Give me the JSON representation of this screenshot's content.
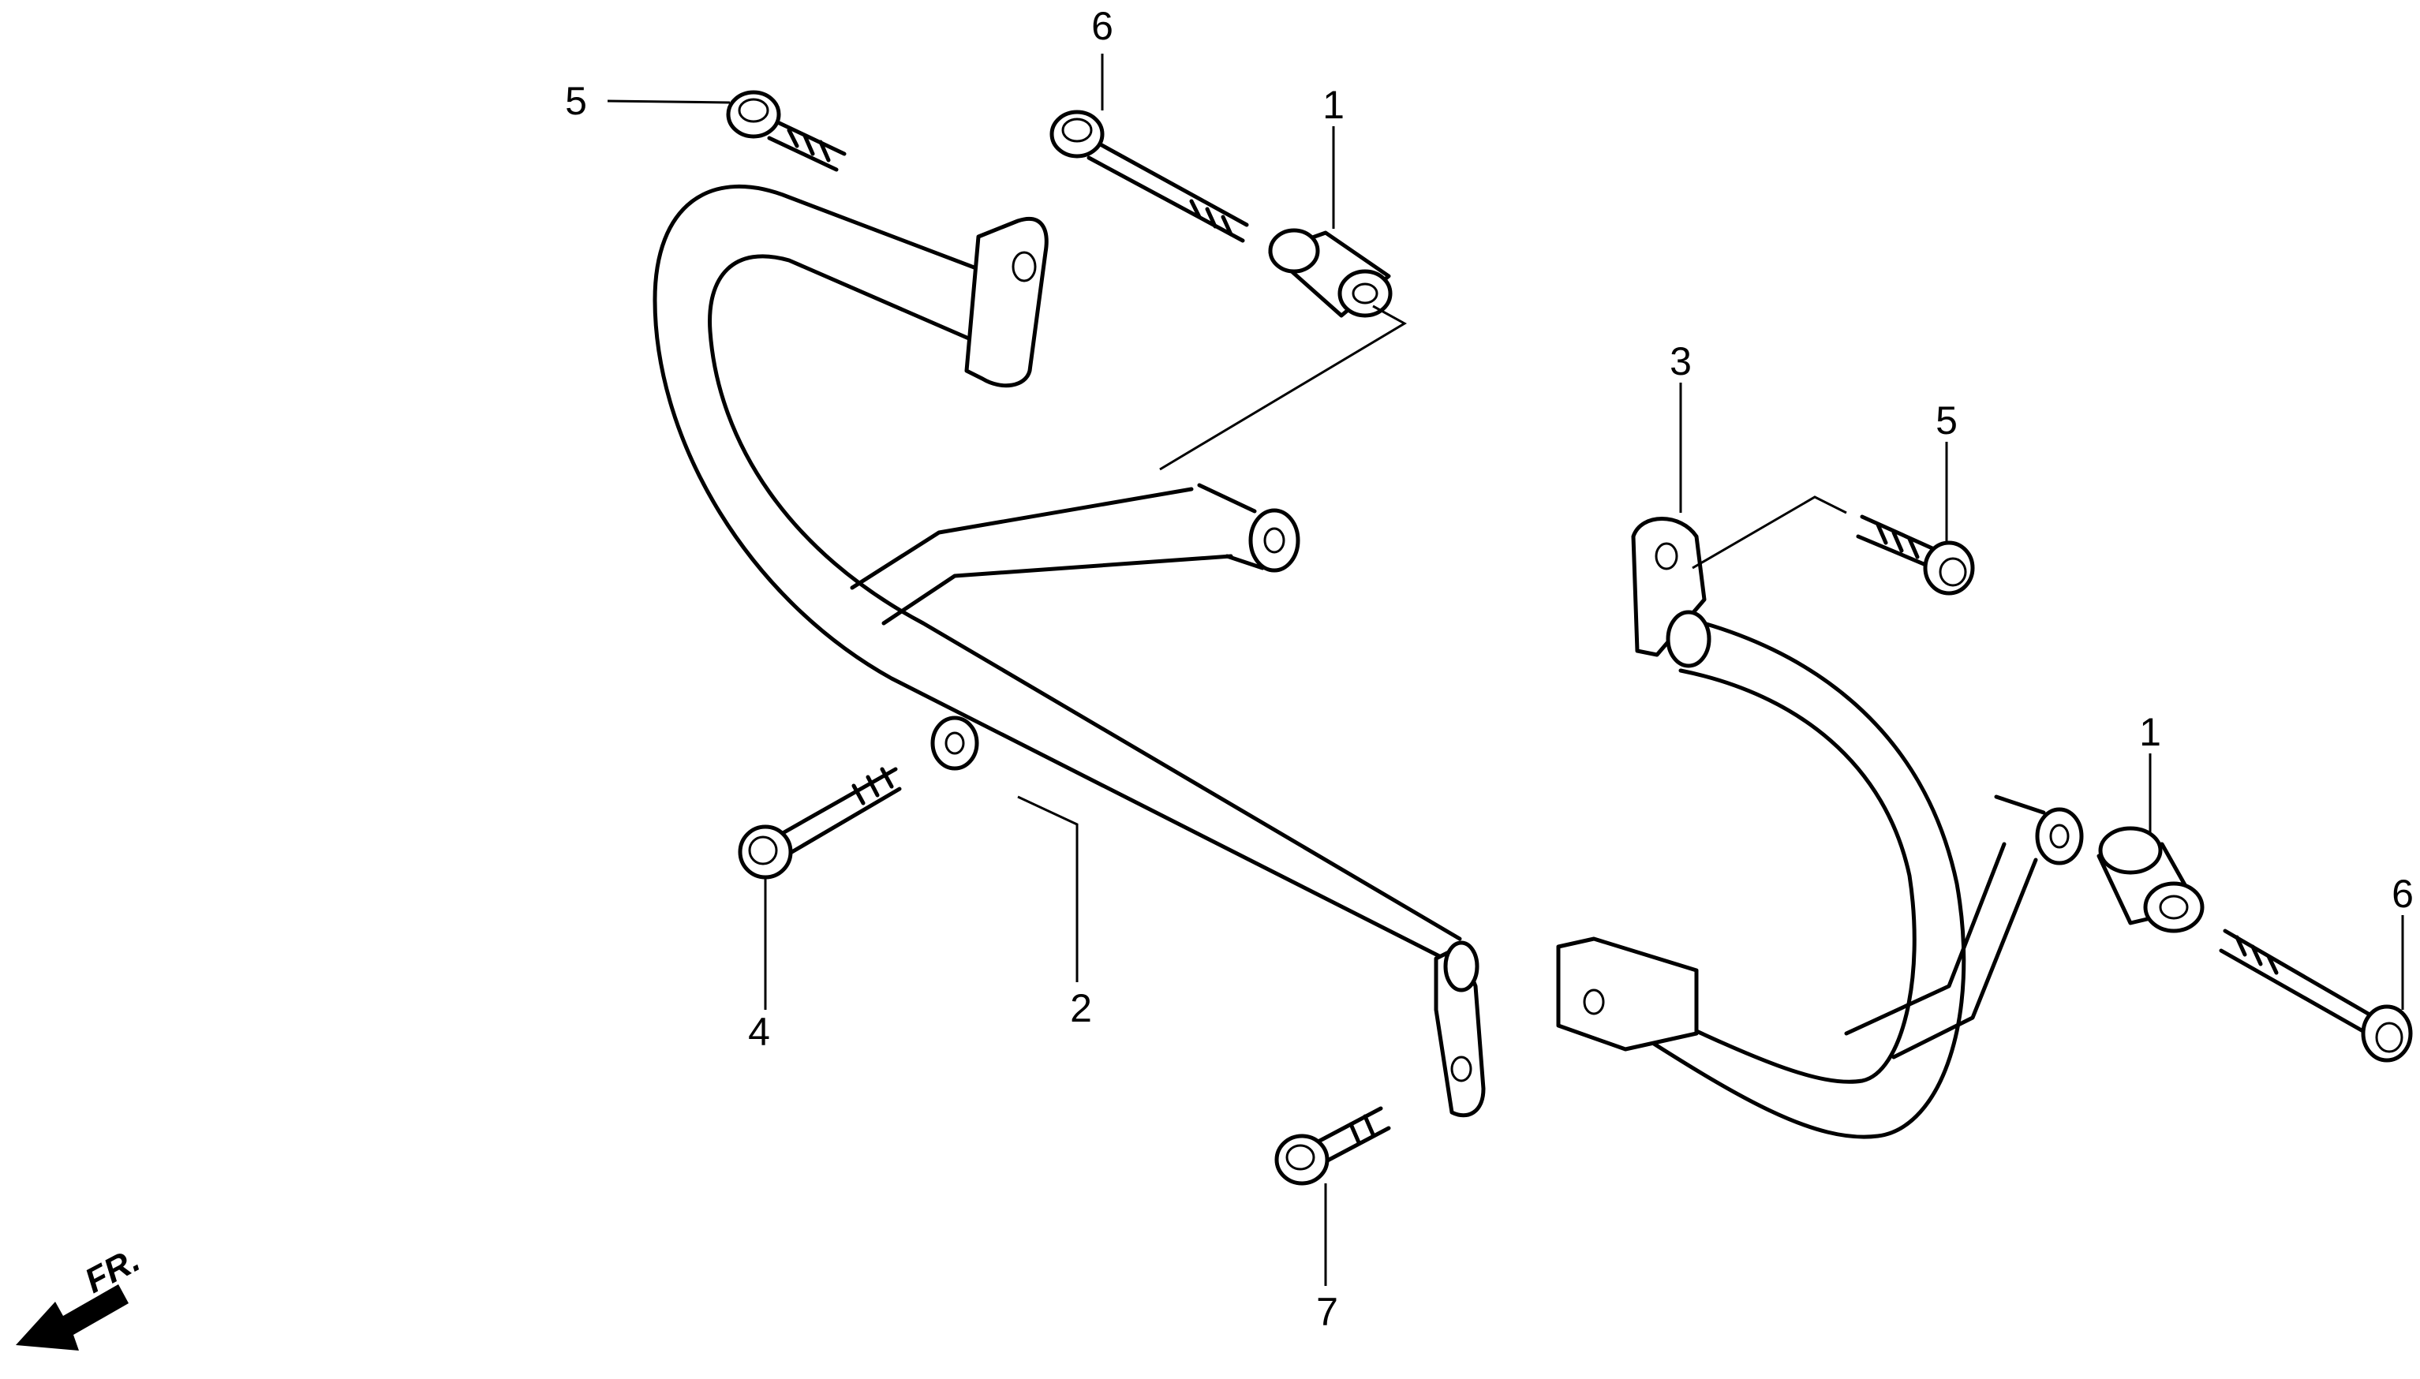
{
  "callouts": [
    {
      "id": "c5a",
      "label": "5"
    },
    {
      "id": "c6a",
      "label": "6"
    },
    {
      "id": "c1a",
      "label": "1"
    },
    {
      "id": "c3",
      "label": "3"
    },
    {
      "id": "c5b",
      "label": "5"
    },
    {
      "id": "c1b",
      "label": "1"
    },
    {
      "id": "c6b",
      "label": "6"
    },
    {
      "id": "c4",
      "label": "4"
    },
    {
      "id": "c2",
      "label": "2"
    },
    {
      "id": "c7",
      "label": "7"
    }
  ],
  "direction_indicator": {
    "label": "FR.",
    "icon": "front-direction-arrow-icon"
  }
}
